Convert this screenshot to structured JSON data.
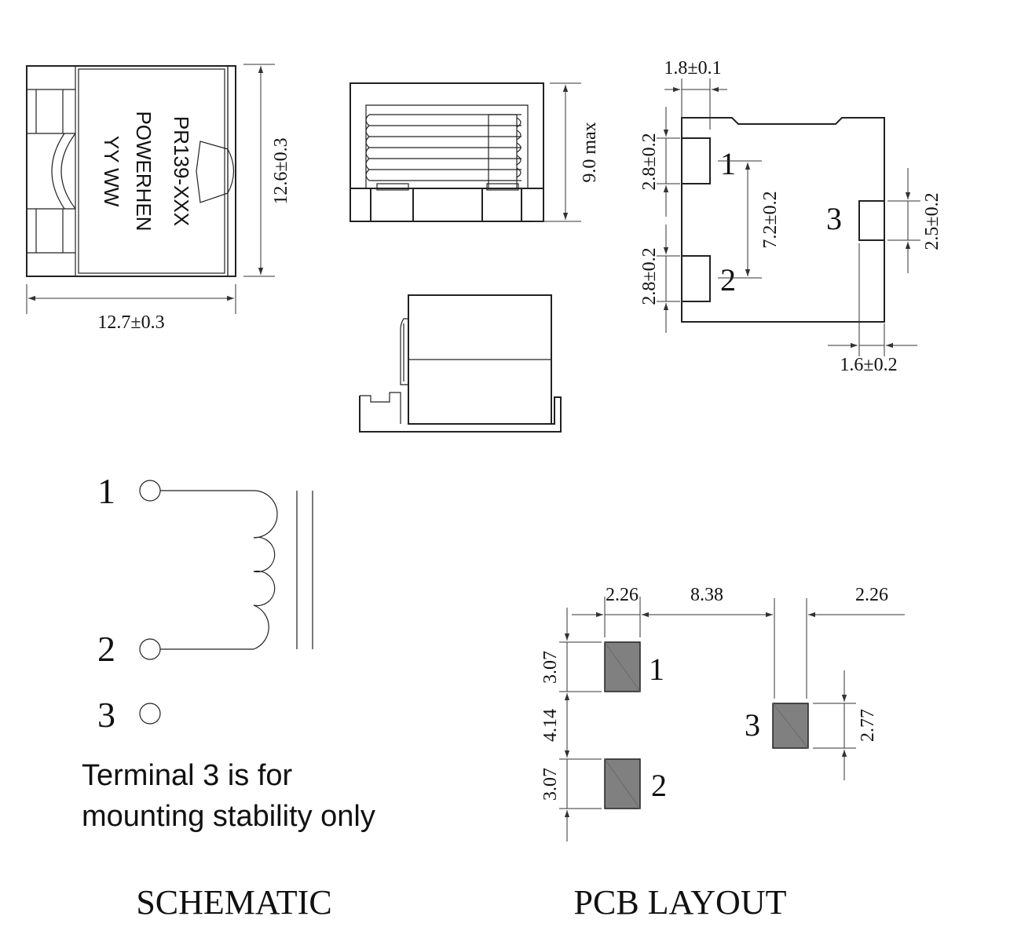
{
  "top_view": {
    "marking_line1": "PR139-XXX",
    "marking_line2": "POWERHEN",
    "marking_line3": "YY WW",
    "dim_width": "12.7±0.3",
    "dim_height": "12.6±0.3"
  },
  "side_view": {
    "dim_height": "9.0 max"
  },
  "bottom_view": {
    "dim_pad_width": "1.8±0.1",
    "dim_pad1_height": "2.8±0.2",
    "dim_pad2_height": "2.8±0.2",
    "dim_pad_pitch": "7.2±0.2",
    "dim_pad3_height": "2.5±0.2",
    "dim_pad3_width": "1.6±0.2",
    "pin1": "1",
    "pin2": "2",
    "pin3": "3"
  },
  "schematic": {
    "pin1": "1",
    "pin2": "2",
    "pin3": "3",
    "note_line1": "Terminal 3 is for",
    "note_line2": "mounting stability only",
    "title": "SCHEMATIC"
  },
  "pcb_layout": {
    "dim_pad_width_left": "2.26",
    "dim_spacing": "8.38",
    "dim_pad_width_right": "2.26",
    "dim_pad1_height": "3.07",
    "dim_gap": "4.14",
    "dim_pad2_height": "3.07",
    "dim_pad3_height": "2.77",
    "pin1": "1",
    "pin2": "2",
    "pin3": "3",
    "title": "PCB LAYOUT"
  },
  "colors": {
    "line": "#222222",
    "pad_fill": "#808080",
    "background": "#ffffff"
  }
}
